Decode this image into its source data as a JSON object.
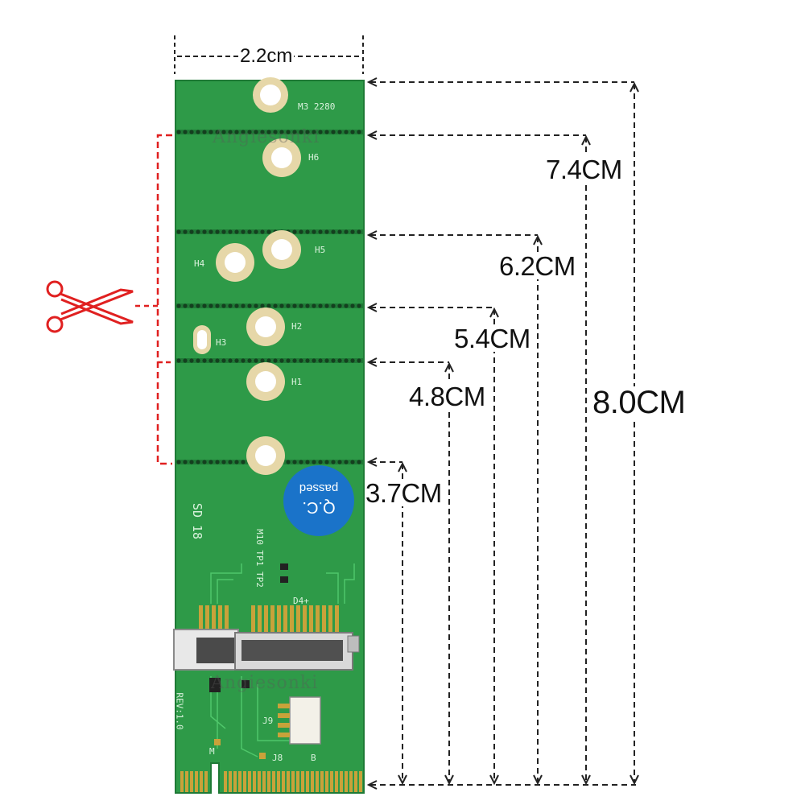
{
  "colors": {
    "pcb": "#2e9a48",
    "pcb_dark": "#1f7a36",
    "pad": "#e6d7a8",
    "gold": "#c9a23a",
    "qc": "#1a73c9",
    "cut": "#e02020",
    "dim": "#222222"
  },
  "top_dimension": "2.2cm",
  "side_dimensions": [
    {
      "id": "d80",
      "label": "8.0CM"
    },
    {
      "id": "d74",
      "label": "7.4CM"
    },
    {
      "id": "d62",
      "label": "6.2CM"
    },
    {
      "id": "d54",
      "label": "5.4CM"
    },
    {
      "id": "d48",
      "label": "4.8CM"
    },
    {
      "id": "d37",
      "label": "3.7CM"
    }
  ],
  "board": {
    "silkscreen": {
      "model": "M3 2280",
      "h6": "H6",
      "h5": "H5",
      "h4": "H4",
      "h3": "H3",
      "h2": "H2",
      "h1": "H1",
      "sd": "SD 18",
      "tp": "M10 TP1 TP2",
      "d4": "D4+",
      "rev": "REV:1.0",
      "j9": "J9",
      "j8": "J8",
      "b": "B",
      "m": "M"
    },
    "qc_sticker": {
      "line1": "Q.C.",
      "line2": "passed"
    },
    "watermark": "Angiesonki"
  },
  "cut_icon": "scissors-icon"
}
